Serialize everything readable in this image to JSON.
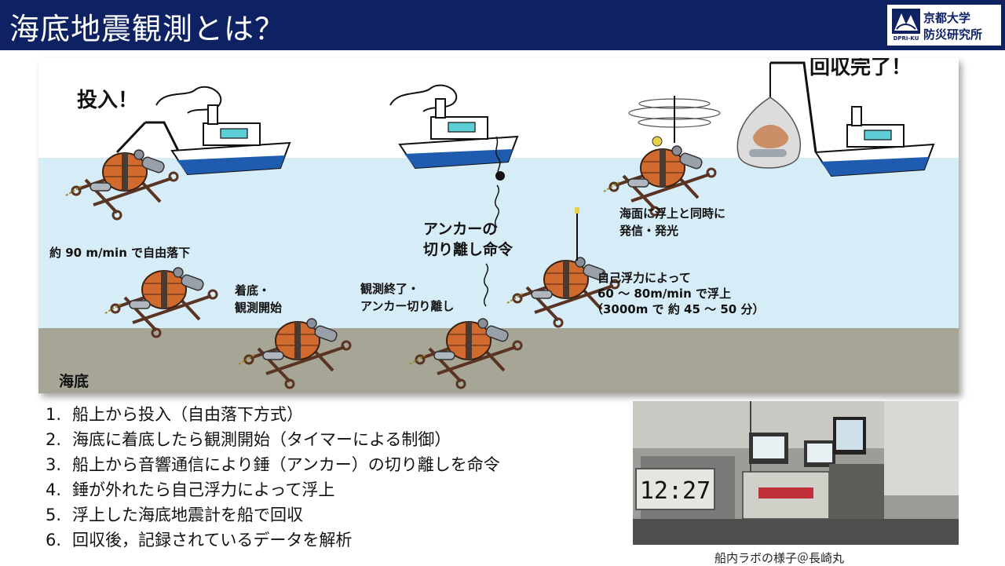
{
  "header": {
    "title": "海底地震観測とは？",
    "logo_line1": "京都大学",
    "logo_line2": "防災研究所",
    "logo_mark_text": "DPRI-KU",
    "bar_color": "#0d2163"
  },
  "diagram": {
    "labels": {
      "deploy": "投入！",
      "recovered": "回収完了！",
      "fall_speed": "約 90 m/min で自由落下",
      "landing_1": "着底・",
      "landing_2": "観測開始",
      "anchor_cmd_1": "アンカーの",
      "anchor_cmd_2": "切り離し命令",
      "release_1": "観測終了・",
      "release_2": "アンカー切り離し",
      "surface_1": "海面に浮上と同時に",
      "surface_2": "発信・発光",
      "ascent_1": "自己浮力によって",
      "ascent_2": "60 ～ 80m/min で浮上",
      "ascent_3": "（3000m で 約 45 ～ 50 分）",
      "seabed": "海底"
    },
    "colors": {
      "sea": "#d6ecf6",
      "seabed": "#a6a596",
      "float": "#d06a2e",
      "hull_blue": "#1f5cb0"
    }
  },
  "steps": [
    {
      "num": "1.",
      "text": "船上から投入（自由落下方式）"
    },
    {
      "num": "2.",
      "text": "海底に着底したら観測開始（タイマーによる制御）"
    },
    {
      "num": "3.",
      "text": "船上から音響通信により錘（アンカー）の切り離しを命令"
    },
    {
      "num": "4.",
      "text": "錘が外れたら自己浮力によって浮上"
    },
    {
      "num": "5.",
      "text": "浮上した海底地震計を船で回収"
    },
    {
      "num": "6.",
      "text": "回収後，記録されているデータを解析"
    }
  ],
  "photo": {
    "clock": "12:27",
    "caption": "船内ラボの様子＠長崎丸"
  }
}
